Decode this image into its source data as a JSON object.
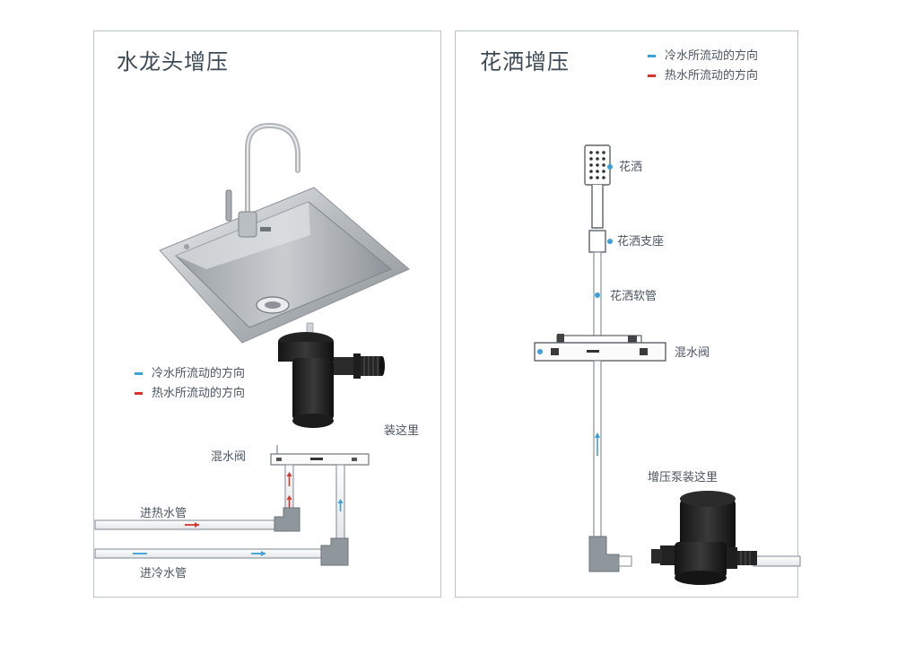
{
  "left_panel": {
    "title": "水龙头增压",
    "legend": [
      {
        "label": "冷水所流动的方向",
        "color": "#3aa0d8"
      },
      {
        "label": "热水所流动的方向",
        "color": "#d9342b"
      }
    ],
    "labels": {
      "install_here": "装这里",
      "mixing_valve": "混水阀",
      "hot_pipe": "进热水管",
      "cold_pipe": "进冷水管"
    },
    "pump_icon": "booster-pump-icon",
    "sink_icon": "kitchen-sink-faucet-icon"
  },
  "right_panel": {
    "title": "花洒增压",
    "legend": [
      {
        "label": "冷水所流动的方向",
        "color": "#3aa0d8"
      },
      {
        "label": "热水所流动的方向",
        "color": "#d9342b"
      }
    ],
    "labels": {
      "shower_head": "花洒",
      "shower_holder": "花洒支座",
      "shower_hose": "花洒软管",
      "mixing_valve": "混水阀",
      "pump_install_here": "增压泵装这里"
    },
    "pump_icon": "booster-pump-icon",
    "shower_icon": "shower-head-icon"
  },
  "colors": {
    "cold": "#3aa0d8",
    "hot": "#d9342b",
    "border": "#b9c4cc",
    "pipe": "#7d8790"
  }
}
